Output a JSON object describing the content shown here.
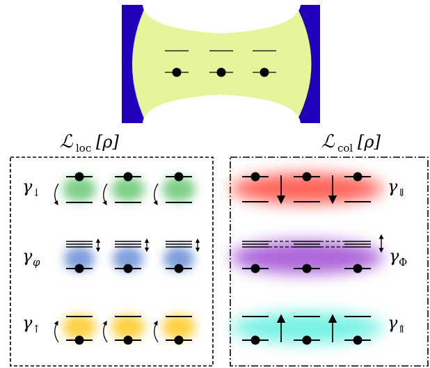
{
  "labels": {
    "loc_title_main": "ℒ",
    "loc_title_sub": "loc",
    "loc_title_arg": "[ρ]",
    "col_title_main": "ℒ",
    "col_title_sub": "col",
    "col_title_arg": "[ρ]",
    "gamma": "γ",
    "rates": {
      "loc_decay": "↓",
      "loc_dephase": "φ",
      "loc_pump": "↑",
      "col_decay": "⇓",
      "col_dephase": "Φ",
      "col_pump": "⇑"
    }
  },
  "colors": {
    "mirror": "#2200bb",
    "cavity_mode": "#e6f59a",
    "loc_decay_glow": "#5ec46a",
    "loc_dephase_glow": "#6b8fd6",
    "loc_pump_glow": "#ffcc33",
    "col_decay_glow": "#ff4a3d",
    "col_dephase_glow": "#9a3fd0",
    "col_pump_glow": "#5ff0df"
  },
  "atoms_per_panel": 3,
  "icons": [
    "cavity-mirror-icon",
    "two-level-atom-icon",
    "curved-arrow-icon",
    "straight-arrow-icon",
    "double-arrow-icon"
  ]
}
